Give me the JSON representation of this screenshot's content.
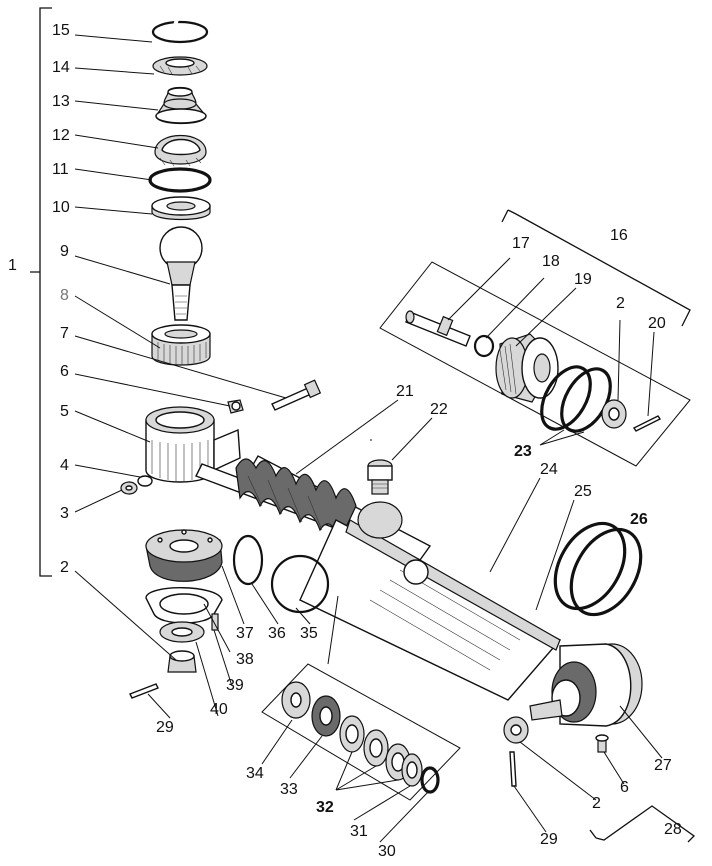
{
  "labels": [
    {
      "id": "l15",
      "text": "15"
    },
    {
      "id": "l14",
      "text": "14"
    },
    {
      "id": "l13",
      "text": "13"
    },
    {
      "id": "l12",
      "text": "12"
    },
    {
      "id": "l11",
      "text": "11"
    },
    {
      "id": "l10",
      "text": "10"
    },
    {
      "id": "l9",
      "text": "9"
    },
    {
      "id": "l8",
      "text": "8"
    },
    {
      "id": "l7",
      "text": "7"
    },
    {
      "id": "l6a",
      "text": "6"
    },
    {
      "id": "l5",
      "text": "5"
    },
    {
      "id": "l4",
      "text": "4"
    },
    {
      "id": "l3",
      "text": "3"
    },
    {
      "id": "l1",
      "text": "1"
    },
    {
      "id": "l2a",
      "text": "2"
    },
    {
      "id": "l16",
      "text": "16"
    },
    {
      "id": "l17",
      "text": "17"
    },
    {
      "id": "l18",
      "text": "18"
    },
    {
      "id": "l19",
      "text": "19"
    },
    {
      "id": "l2b",
      "text": "2"
    },
    {
      "id": "l20",
      "text": "20"
    },
    {
      "id": "l21",
      "text": "21"
    },
    {
      "id": "l22",
      "text": "22"
    },
    {
      "id": "l23",
      "text": "23"
    },
    {
      "id": "l24",
      "text": "24"
    },
    {
      "id": "l25",
      "text": "25"
    },
    {
      "id": "l26",
      "text": "26"
    },
    {
      "id": "l37",
      "text": "37"
    },
    {
      "id": "l36",
      "text": "36"
    },
    {
      "id": "l35",
      "text": "35"
    },
    {
      "id": "l38",
      "text": "38"
    },
    {
      "id": "l39",
      "text": "39"
    },
    {
      "id": "l40",
      "text": "40"
    },
    {
      "id": "l29a",
      "text": "29"
    },
    {
      "id": "l34",
      "text": "34"
    },
    {
      "id": "l33",
      "text": "33"
    },
    {
      "id": "l32",
      "text": "32"
    },
    {
      "id": "l31",
      "text": "31"
    },
    {
      "id": "l30",
      "text": "30"
    },
    {
      "id": "l27",
      "text": "27"
    },
    {
      "id": "l6b",
      "text": "6"
    },
    {
      "id": "l2c",
      "text": "2"
    },
    {
      "id": "l29b",
      "text": "29"
    },
    {
      "id": "l28",
      "text": "28"
    }
  ]
}
